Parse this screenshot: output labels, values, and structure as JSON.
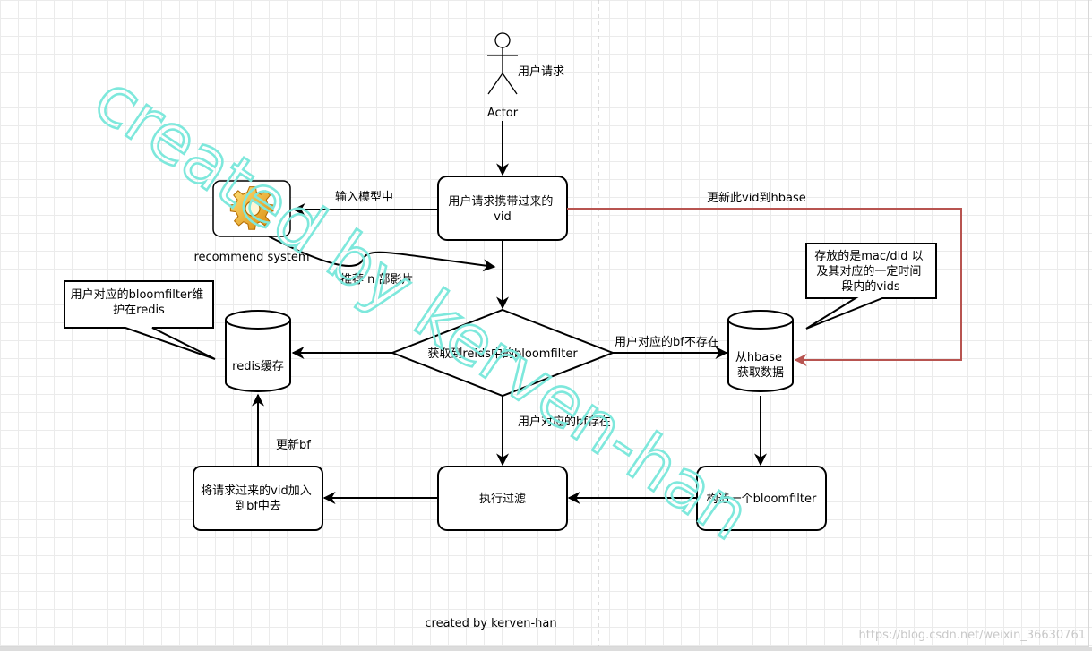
{
  "actor": {
    "label": "Actor",
    "caption": "用户请求"
  },
  "nodes": {
    "request_vid": "用户请求携带过来的vid",
    "recommend_label": "recommend system",
    "decision": "获取到reids中的bloomfilter",
    "redis": "redis缓存",
    "hbase": "从hbase获取数据",
    "execute_filter": "执行过滤",
    "add_vid": "将请求过来的vid加入到bf中去",
    "build_bf": "构造一个bloomfilter"
  },
  "callouts": {
    "redis_note": "用户对应的bloomfilter维护在redis",
    "hbase_note": "存放的是mac/did 以及其对应的一定时间段内的vids"
  },
  "edge_labels": {
    "input_model": "输入模型中",
    "recommend_n": "推荐 n 部影片",
    "update_hbase": "更新此vid到hbase",
    "bf_not_exist": "用户对应的bf不存在",
    "bf_exist": "用户对应的bf存在",
    "update_bf": "更新bf"
  },
  "watermarks": {
    "big": "created by kerven-han",
    "footer": "created by kerven-han",
    "url": "https://blog.csdn.net/weixin_36630761"
  },
  "colors": {
    "red_arrow": "#b85450",
    "watermark": "#7ee8dc",
    "gear": "#e8a317"
  }
}
